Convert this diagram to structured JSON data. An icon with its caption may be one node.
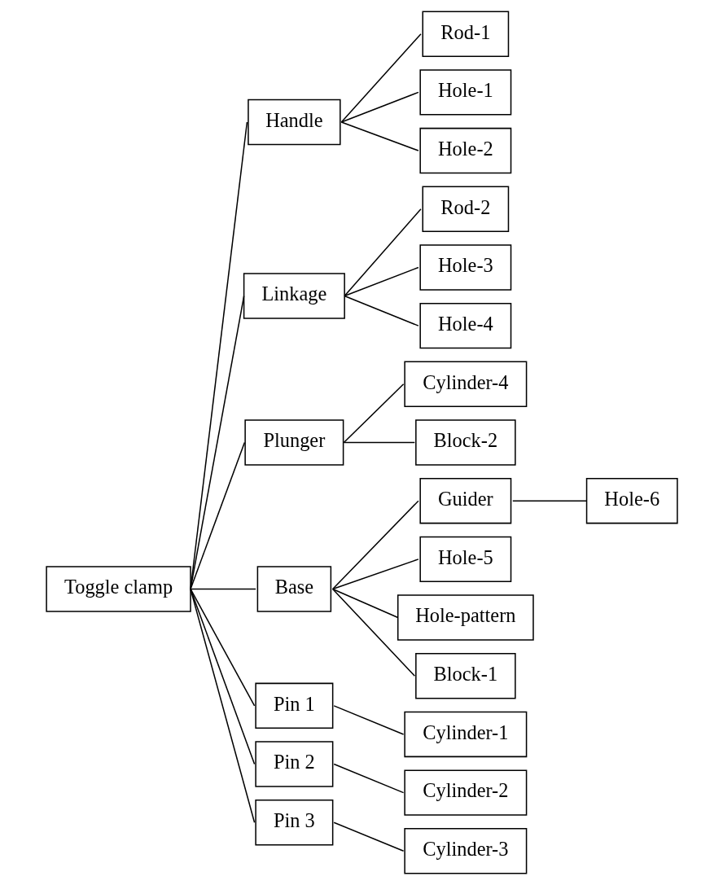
{
  "diagram": {
    "nodes": [
      {
        "text": [
          "Toggle clamp"
        ]
      },
      {
        "text": [
          "Handle"
        ]
      },
      {
        "text": [
          "Rod-1"
        ]
      },
      {
        "text": [
          "Hole-1"
        ]
      },
      {
        "text": [
          "Hole-2"
        ]
      },
      {
        "text": [
          "Linkage"
        ]
      },
      {
        "text": [
          "Rod-2"
        ]
      },
      {
        "text": [
          "Hole-3"
        ]
      },
      {
        "text": [
          "Hole-4"
        ]
      },
      {
        "text": [
          "Plunger"
        ]
      },
      {
        "text": [
          "Cylinder-4"
        ]
      },
      {
        "text": [
          "Block-2"
        ]
      },
      {
        "text": [
          "Base"
        ]
      },
      {
        "text": [
          "Guider"
        ]
      },
      {
        "text": [
          "Hole-6"
        ]
      },
      {
        "text": [
          "Hole-5"
        ]
      },
      {
        "text": [
          "Hole-pattern"
        ]
      },
      {
        "text": [
          "Block-1"
        ]
      },
      {
        "text": [
          "Pin 1"
        ]
      },
      {
        "text": [
          "Cylinder-1"
        ]
      },
      {
        "text": [
          "Pin 2"
        ]
      },
      {
        "text": [
          "Cylinder-2"
        ]
      },
      {
        "text": [
          "Pin 3"
        ]
      },
      {
        "text": [
          "Cylinder-3"
        ]
      }
    ],
    "edges": [
      {
        "from": 0,
        "to": 1,
        "arrow": "none"
      },
      {
        "from": 0,
        "to": 5,
        "arrow": "none"
      },
      {
        "from": 0,
        "to": 9,
        "arrow": "none"
      },
      {
        "from": 0,
        "to": 12,
        "arrow": "none"
      },
      {
        "from": 0,
        "to": 18,
        "arrow": "none"
      },
      {
        "from": 0,
        "to": 20,
        "arrow": "none"
      },
      {
        "from": 0,
        "to": 22,
        "arrow": "none"
      },
      {
        "from": 1,
        "to": 2,
        "arrow": "none"
      },
      {
        "from": 1,
        "to": 3,
        "arrow": "none"
      },
      {
        "from": 1,
        "to": 4,
        "arrow": "none"
      },
      {
        "from": 5,
        "to": 6,
        "arrow": "none"
      },
      {
        "from": 5,
        "to": 7,
        "arrow": "none"
      },
      {
        "from": 5,
        "to": 8,
        "arrow": "none"
      },
      {
        "from": 9,
        "to": 10,
        "arrow": "none"
      },
      {
        "from": 9,
        "to": 11,
        "arrow": "none"
      },
      {
        "from": 12,
        "to": 13,
        "arrow": "none"
      },
      {
        "from": 13,
        "to": 14,
        "arrow": "none"
      },
      {
        "from": 12,
        "to": 15,
        "arrow": "none"
      },
      {
        "from": 12,
        "to": 16,
        "arrow": "none"
      },
      {
        "from": 12,
        "to": 17,
        "arrow": "none"
      },
      {
        "from": 18,
        "to": 19,
        "arrow": "none"
      },
      {
        "from": 20,
        "to": 21,
        "arrow": "none"
      },
      {
        "from": 22,
        "to": 23,
        "arrow": "none"
      }
    ]
  }
}
